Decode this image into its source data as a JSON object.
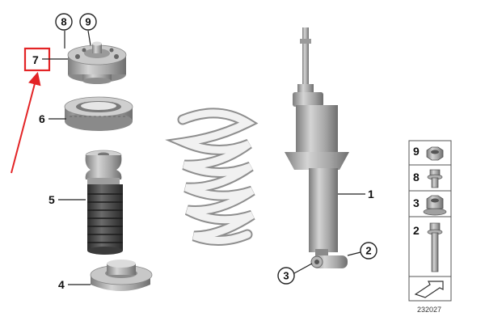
{
  "callouts": {
    "c1": "1",
    "c2": "2",
    "c3": "3",
    "c4": "4",
    "c5": "5",
    "c6": "6",
    "c7": "7",
    "c8": "8",
    "c9": "9"
  },
  "legend": {
    "items": [
      {
        "number": "9",
        "icon": "hex-nut-icon"
      },
      {
        "number": "8",
        "icon": "flange-bolt-icon"
      },
      {
        "number": "3",
        "icon": "flange-nut-icon"
      },
      {
        "number": "2",
        "icon": "long-bolt-icon"
      }
    ]
  },
  "diagram_code": "232027",
  "colors": {
    "part_gray": "#a9a9a9",
    "part_dark": "#555555",
    "highlight": "#e32426"
  }
}
